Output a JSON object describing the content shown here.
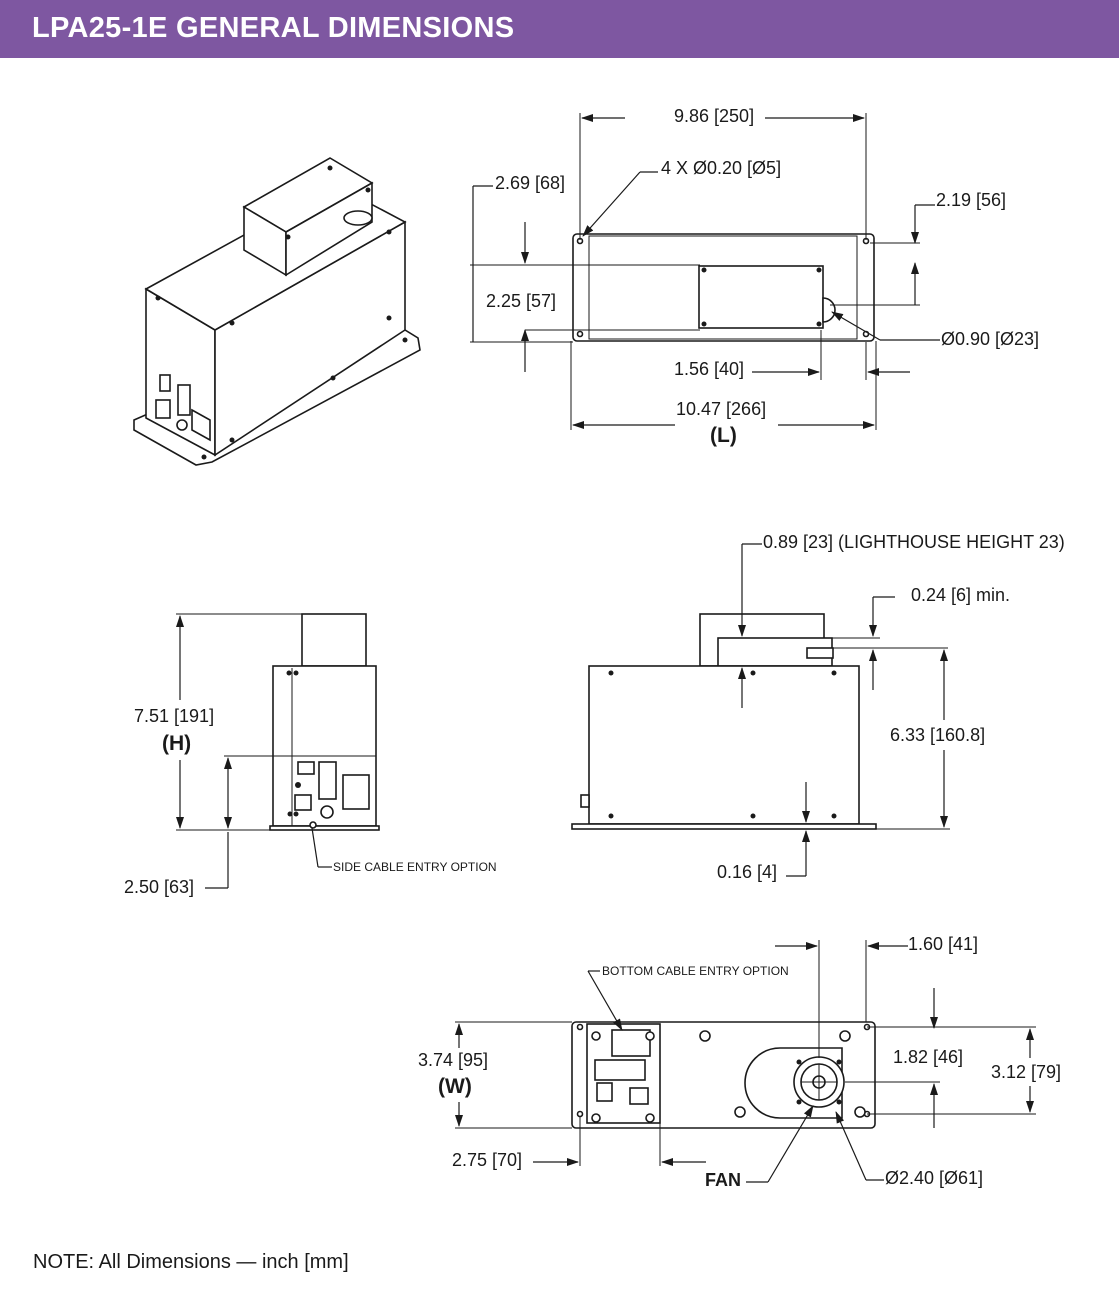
{
  "header": {
    "title": "LPA25-1E GENERAL DIMENSIONS",
    "bg_color": "#7e57a1"
  },
  "top_view": {
    "overall_length": "9.86 [250]",
    "holes": "4 X Ø0.20 [Ø5]",
    "left_offset": "2.69 [68]",
    "right_offset": "2.19 [56]",
    "depth": "2.25 [57]",
    "lighthouse_dia": "Ø0.90 [Ø23]",
    "lighthouse_offset": "1.56 [40]",
    "base_length": "10.47 [266]",
    "base_length_label": "(L)"
  },
  "end_view": {
    "height": "7.51 [191]",
    "height_label": "(H)",
    "lower_height": "2.50 [63]",
    "side_cable": "SIDE CABLE ENTRY OPTION"
  },
  "side_view": {
    "lighthouse_height": "0.89 [23] (LIGHTHOUSE HEIGHT 23)",
    "min_gap": "0.24 [6] min.",
    "body_height": "6.33 [160.8]",
    "base_thickness": "0.16 [4]"
  },
  "bottom_view": {
    "right_offset": "1.60 [41]",
    "bottom_cable": "BOTTOM CABLE ENTRY OPTION",
    "width": "3.74 [95]",
    "width_label": "(W)",
    "fan_offset": "1.82 [46]",
    "hole_spacing": "3.12 [79]",
    "panel_offset": "2.75 [70]",
    "fan_label": "FAN",
    "fan_dia": "Ø2.40 [Ø61]"
  },
  "note": "NOTE: All Dimensions — inch [mm]"
}
